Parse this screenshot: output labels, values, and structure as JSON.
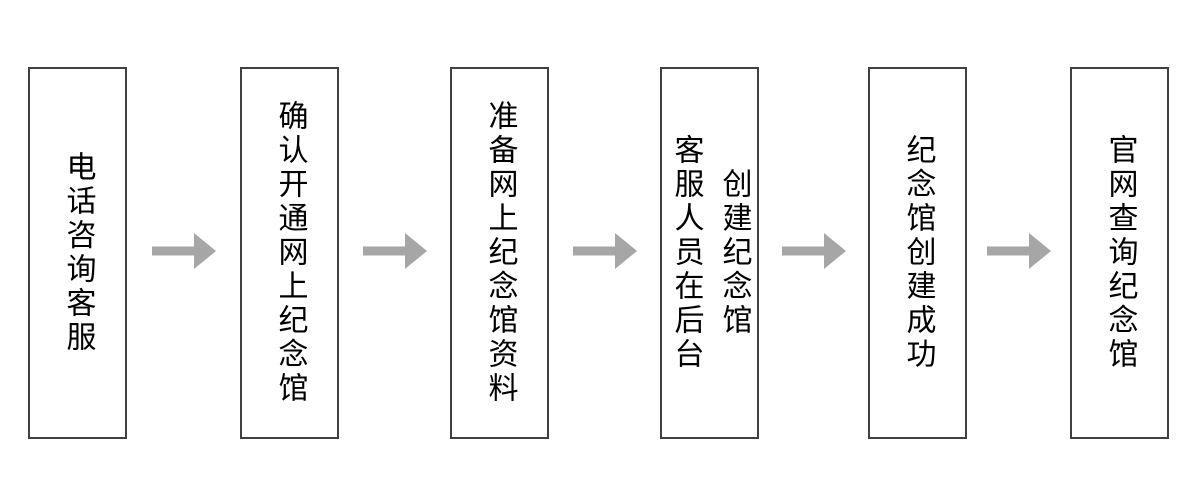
{
  "flowchart": {
    "steps": [
      {
        "label": "电话咨询客服"
      },
      {
        "label": "确认开通网上纪念馆"
      },
      {
        "label": "准备网上纪念馆资料"
      },
      {
        "label": "客服人员在后台\n创建纪念馆"
      },
      {
        "label": "纪念馆创建成功"
      },
      {
        "label": "官网查询纪念馆"
      }
    ],
    "connector_icon": "right-block-arrow-icon",
    "colors": {
      "background": "#ffffff",
      "box_fill": "#ffffff",
      "box_border": "#404040",
      "text": "#000000",
      "arrow": "#a6a6a6"
    }
  }
}
